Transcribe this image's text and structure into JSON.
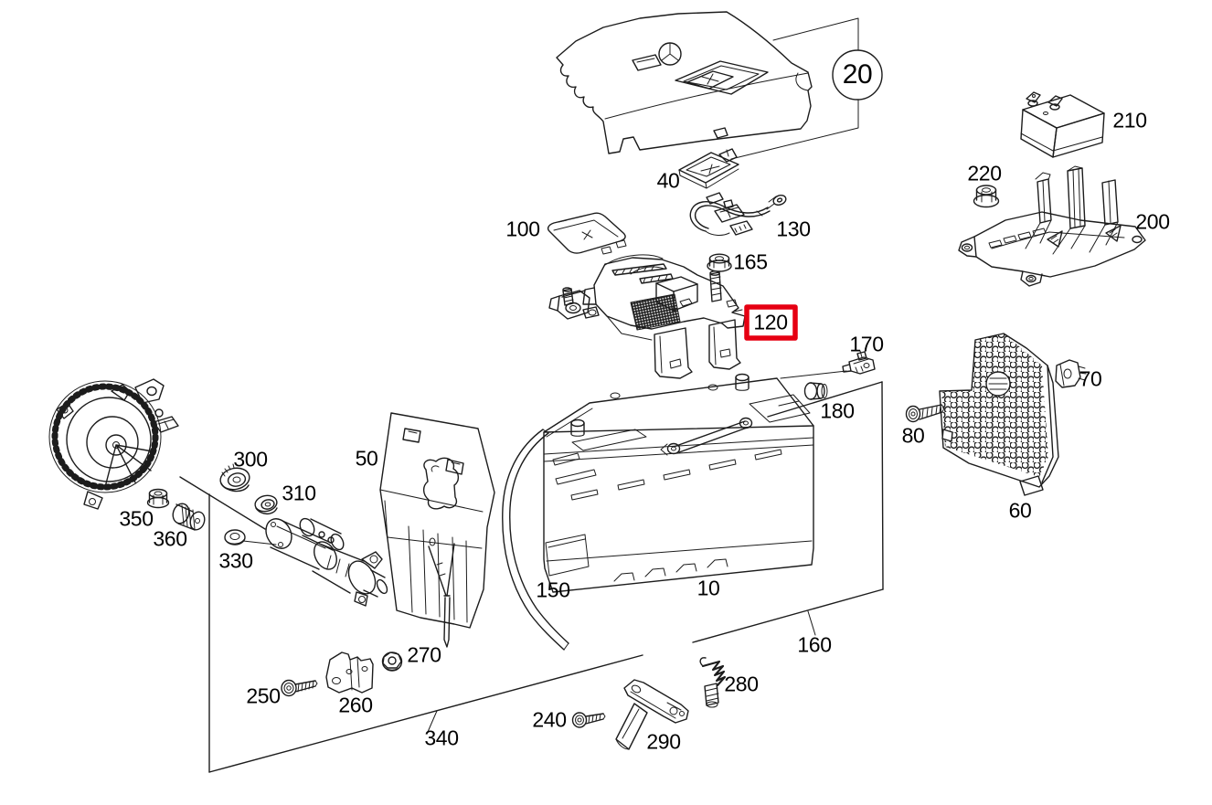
{
  "diagram": {
    "background_color": "#ffffff",
    "line_color": "#1c1c1c",
    "highlight_color": "#e60012",
    "highlighted_part": "120",
    "group_callout_label": "20"
  },
  "parts": {
    "p10": {
      "label": "10"
    },
    "p20": {
      "label": "20"
    },
    "p40": {
      "label": "40"
    },
    "p50": {
      "label": "50"
    },
    "p60": {
      "label": "60"
    },
    "p70": {
      "label": "70"
    },
    "p80": {
      "label": "80"
    },
    "p100": {
      "label": "100"
    },
    "p120": {
      "label": "120",
      "highlighted": true
    },
    "p130": {
      "label": "130"
    },
    "p150": {
      "label": "150"
    },
    "p160": {
      "label": "160"
    },
    "p165": {
      "label": "165"
    },
    "p170": {
      "label": "170"
    },
    "p180": {
      "label": "180"
    },
    "p200": {
      "label": "200"
    },
    "p210": {
      "label": "210"
    },
    "p220": {
      "label": "220"
    },
    "p240": {
      "label": "240"
    },
    "p250": {
      "label": "250"
    },
    "p260": {
      "label": "260"
    },
    "p270": {
      "label": "270"
    },
    "p280": {
      "label": "280"
    },
    "p290": {
      "label": "290"
    },
    "p300": {
      "label": "300"
    },
    "p310": {
      "label": "310"
    },
    "p330": {
      "label": "330"
    },
    "p340": {
      "label": "340"
    },
    "p350": {
      "label": "350"
    },
    "p360": {
      "label": "360"
    }
  }
}
